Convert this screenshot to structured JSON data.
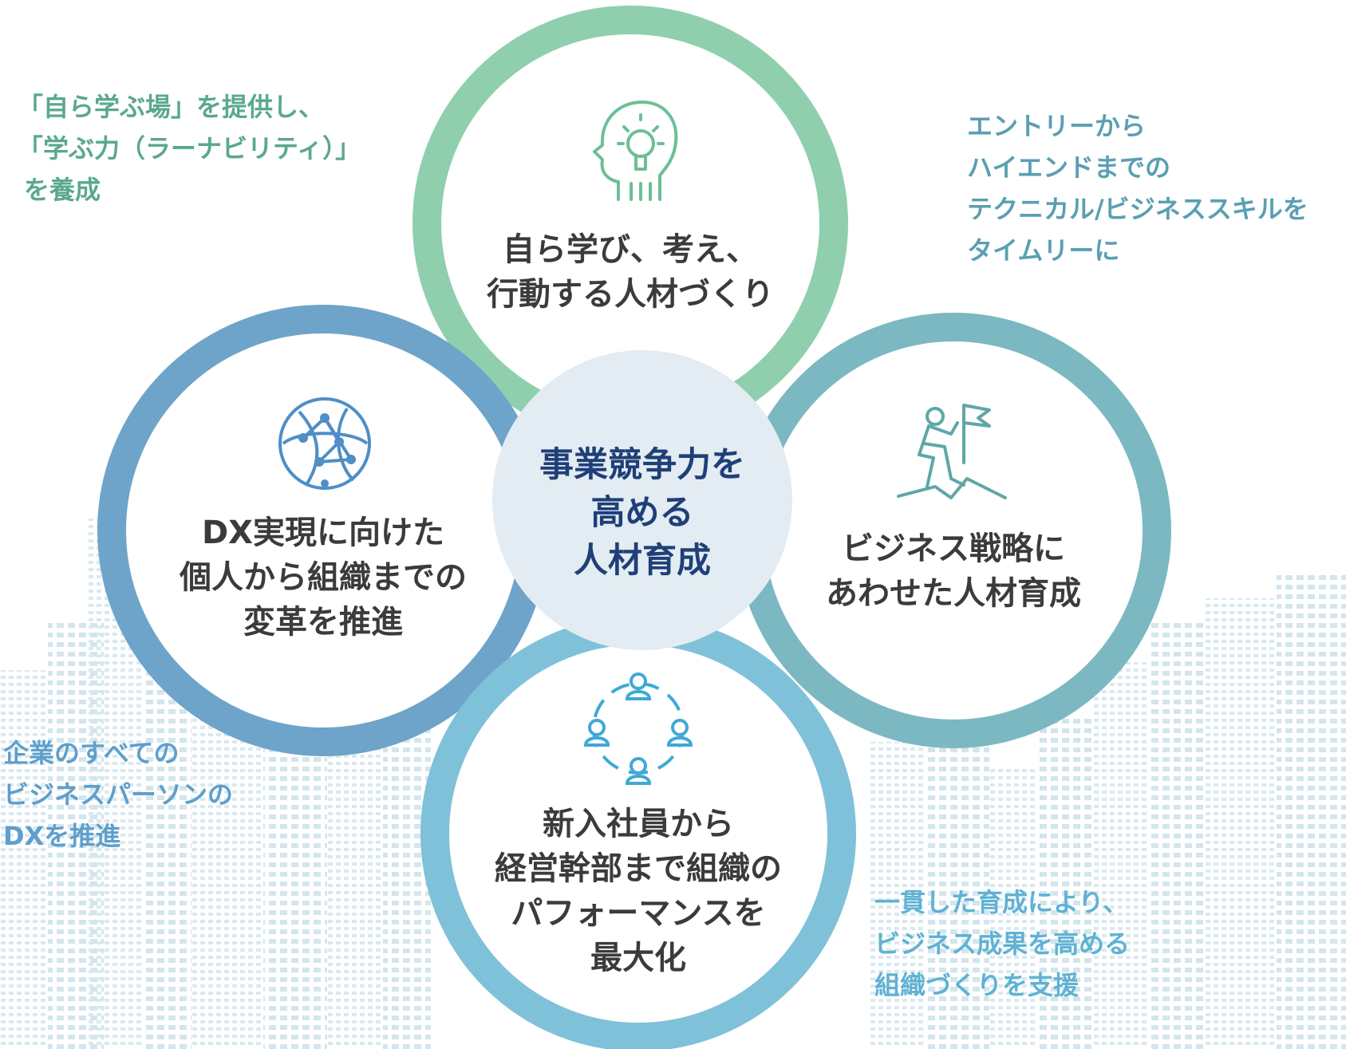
{
  "center": {
    "lines": [
      "事業競争力を",
      "高める",
      "人材育成"
    ]
  },
  "top": {
    "lines": [
      "自ら学び、考え、",
      "行動する人材づくり"
    ],
    "icon": "head-lightbulb-icon",
    "color": "#8fcfae"
  },
  "left": {
    "lines": [
      "DX実現に向けた",
      "個人から組織までの",
      "変革を推進"
    ],
    "icon": "network-globe-icon",
    "color": "#6ea4c9"
  },
  "right": {
    "lines": [
      "ビジネス戦略に",
      "あわせた人材育成"
    ],
    "icon": "climber-flag-icon",
    "color": "#7cb8c1"
  },
  "bottom": {
    "lines": [
      "新入社員から",
      "経営幹部まで組織の",
      "パフォーマンスを",
      "最大化"
    ],
    "icon": "people-circle-icon",
    "color": "#7fc1d9"
  },
  "notes": {
    "top_left": [
      "「自ら学ぶ場」を提供し、",
      "「学ぶ力（ラーナビリティ）」",
      "を養成"
    ],
    "top_right": [
      "エントリーから",
      "ハイエンドまでの",
      "テクニカル/ビジネススキルを",
      "タイムリーに"
    ],
    "bottom_left": [
      "企業のすべての",
      "ビジネスパーソンの",
      "DXを推進"
    ],
    "bottom_right": [
      "一貫した育成により、",
      "ビジネス成果を高める",
      "組織づくりを支援"
    ]
  },
  "colors": {
    "center_fill": "#e3ecf2",
    "center_text": "#1f3f78",
    "label_text": "#3b3b3b",
    "note_top_left": "#5aa98c",
    "note_top_right": "#5a9fb2",
    "note_bottom_left": "#5e9fcb",
    "note_bottom_right": "#5fb2d4",
    "city": "#d6e7ef"
  }
}
